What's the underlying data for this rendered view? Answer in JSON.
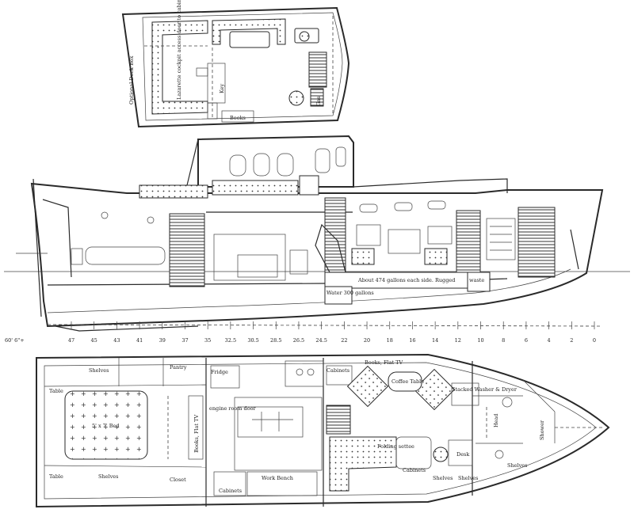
{
  "cockpit_plan": {
    "labels": {
      "deck_box": "Optional Deck Box",
      "cockpit_access": "Lazarette cockpit access door to cabin",
      "key": "Key",
      "books": "Books",
      "gas": "Gas"
    }
  },
  "profile": {
    "labels": {
      "water_tanks": "About 474 gallons each side. Rugged",
      "water": "Water 300 gallons",
      "waste": "waste"
    },
    "stations": [
      "47",
      "45",
      "43",
      "41",
      "39",
      "37",
      "35",
      "32.5",
      "30.5",
      "28.5",
      "26.5",
      "24.5",
      "22",
      "20",
      "18",
      "16",
      "14",
      "12",
      "10",
      "8",
      "6",
      "4",
      "2",
      "0"
    ],
    "left_tag": "60' 6\"+"
  },
  "plan": {
    "labels": {
      "shelves_top": "Shelves",
      "pantry": "Pantry",
      "fridge": "Fridge",
      "cabinets_top": "Cabinets",
      "books_tv_top": "Books, Flat TV",
      "coffee_table": "Coffee Table",
      "washer_dryer": "Stacked Washer & Dryer",
      "table": "Table",
      "bed": "5' x 7' Bed",
      "books_tv_side": "Books, Flat TV",
      "engine_room_door": "engine room door",
      "folding_settee": "Folding settee",
      "desk": "Desk",
      "cabinets_mid": "Cabinets",
      "shelves_mid": "Shelves",
      "shelves_mid2": "Shelves",
      "shelves_right": "Shelves",
      "head": "Head",
      "shower": "Shower",
      "table_bottom": "Table",
      "shelves_bottom": "Shelves",
      "closet": "Closet",
      "work_bench": "Work Bench",
      "cabinets_bottom": "Cabinets"
    }
  }
}
